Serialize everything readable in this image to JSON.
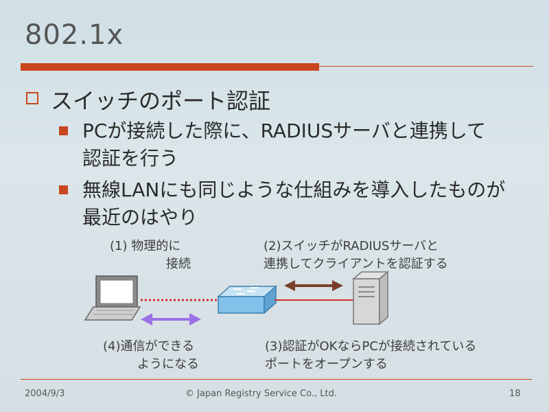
{
  "slide": {
    "title": "802.1x",
    "heading": "スイッチのポート認証",
    "bullets": [
      {
        "line1": "PCが接続した際に、RADIUSサーバと連携して",
        "line2": "認証を行う"
      },
      {
        "line1": "無線LANにも同じような仕組みを導入したものが",
        "line2": "最近のはやり"
      }
    ],
    "diagram": {
      "step1_line1": "(1) 物理的に",
      "step1_line2": "接続",
      "step2_line1": "(2)スイッチがRADIUSサーバと",
      "step2_line2": "連携してクライアントを認証する",
      "step3_line1": "(3)認証がOKならPCが接続されている",
      "step3_line2": "ポートをオープンする",
      "step4_line1": "(4)通信ができる",
      "step4_line2": "ようになる"
    },
    "footer": {
      "date": "2004/9/3",
      "copyright": "© Japan Registry Service Co., Ltd.",
      "page": "18"
    }
  }
}
